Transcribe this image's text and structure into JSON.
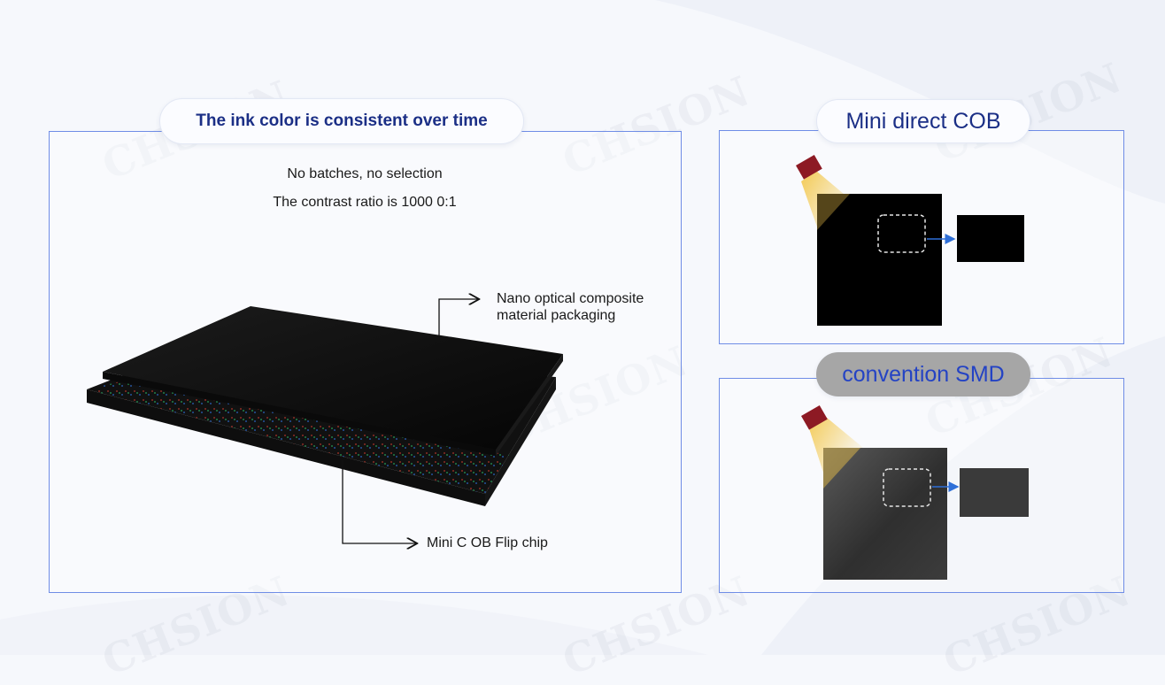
{
  "watermark": {
    "text": "CHSION"
  },
  "left_panel": {
    "title": "The ink color is consistent over time",
    "subtitle_lines": [
      "No batches, no selection",
      "The contrast ratio is 1000 0:1"
    ],
    "callouts": {
      "top": [
        "Nano optical composite",
        "material packaging"
      ],
      "bottom": "Mini C OB Flip chip"
    }
  },
  "right_top": {
    "title": "Mini direct COB"
  },
  "right_bottom": {
    "title": "convention SMD"
  },
  "colors": {
    "panel_border": "#6f8de6",
    "title_text": "#1b2f86",
    "accent_blue": "#2443c4",
    "lamp_red": "#8d1a24",
    "light_beam": "#f3c74a"
  }
}
